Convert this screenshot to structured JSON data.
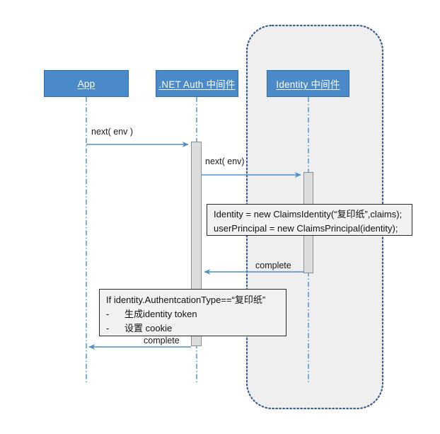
{
  "diagram": {
    "type": "sequence-diagram",
    "colors": {
      "header_fill": "#4A8AC9",
      "header_border": "#2E6DA8",
      "header_text": "#FFFFFF",
      "lifeline": "#5B9BD5",
      "arrow": "#5B9BD5",
      "activation_fill": "#DCDCDC",
      "activation_border": "#8E8E8E",
      "region_fill": "#EFEFEF",
      "region_border": "#3C5F8A",
      "note_fill": "#F2F2F2",
      "note_border": "#2B2B2B",
      "background": "#FFFFFF"
    },
    "lifelines": [
      {
        "id": "app",
        "label": "App"
      },
      {
        "id": "netauth",
        "label": ".NET Auth 中间件"
      },
      {
        "id": "identity",
        "label": "Identity 中间件"
      }
    ],
    "region": {
      "label": "",
      "encloses": "identity"
    },
    "messages": [
      {
        "id": "m1",
        "label": "next( env )",
        "from": "app",
        "to": "netauth",
        "kind": "call"
      },
      {
        "id": "m2",
        "label": "next( env)",
        "from": "netauth",
        "to": "identity",
        "kind": "call"
      },
      {
        "id": "m3",
        "label": "complete",
        "from": "identity",
        "to": "netauth",
        "kind": "return"
      },
      {
        "id": "m4",
        "label": "complete",
        "from": "netauth",
        "to": "app",
        "kind": "return"
      }
    ],
    "notes": [
      {
        "id": "note-code",
        "lines": [
          "Identity = new ClaimsIdentity(“复印纸”,claims);",
          "userPrincipal = new ClaimsPrincipal(identity);"
        ]
      },
      {
        "id": "note-if",
        "title": "If identity.AuthentcationType==“复印纸”",
        "bullets": [
          {
            "dash": "-",
            "text": "生成identity token"
          },
          {
            "dash": "-",
            "text": "设置 cookie"
          }
        ]
      }
    ]
  }
}
